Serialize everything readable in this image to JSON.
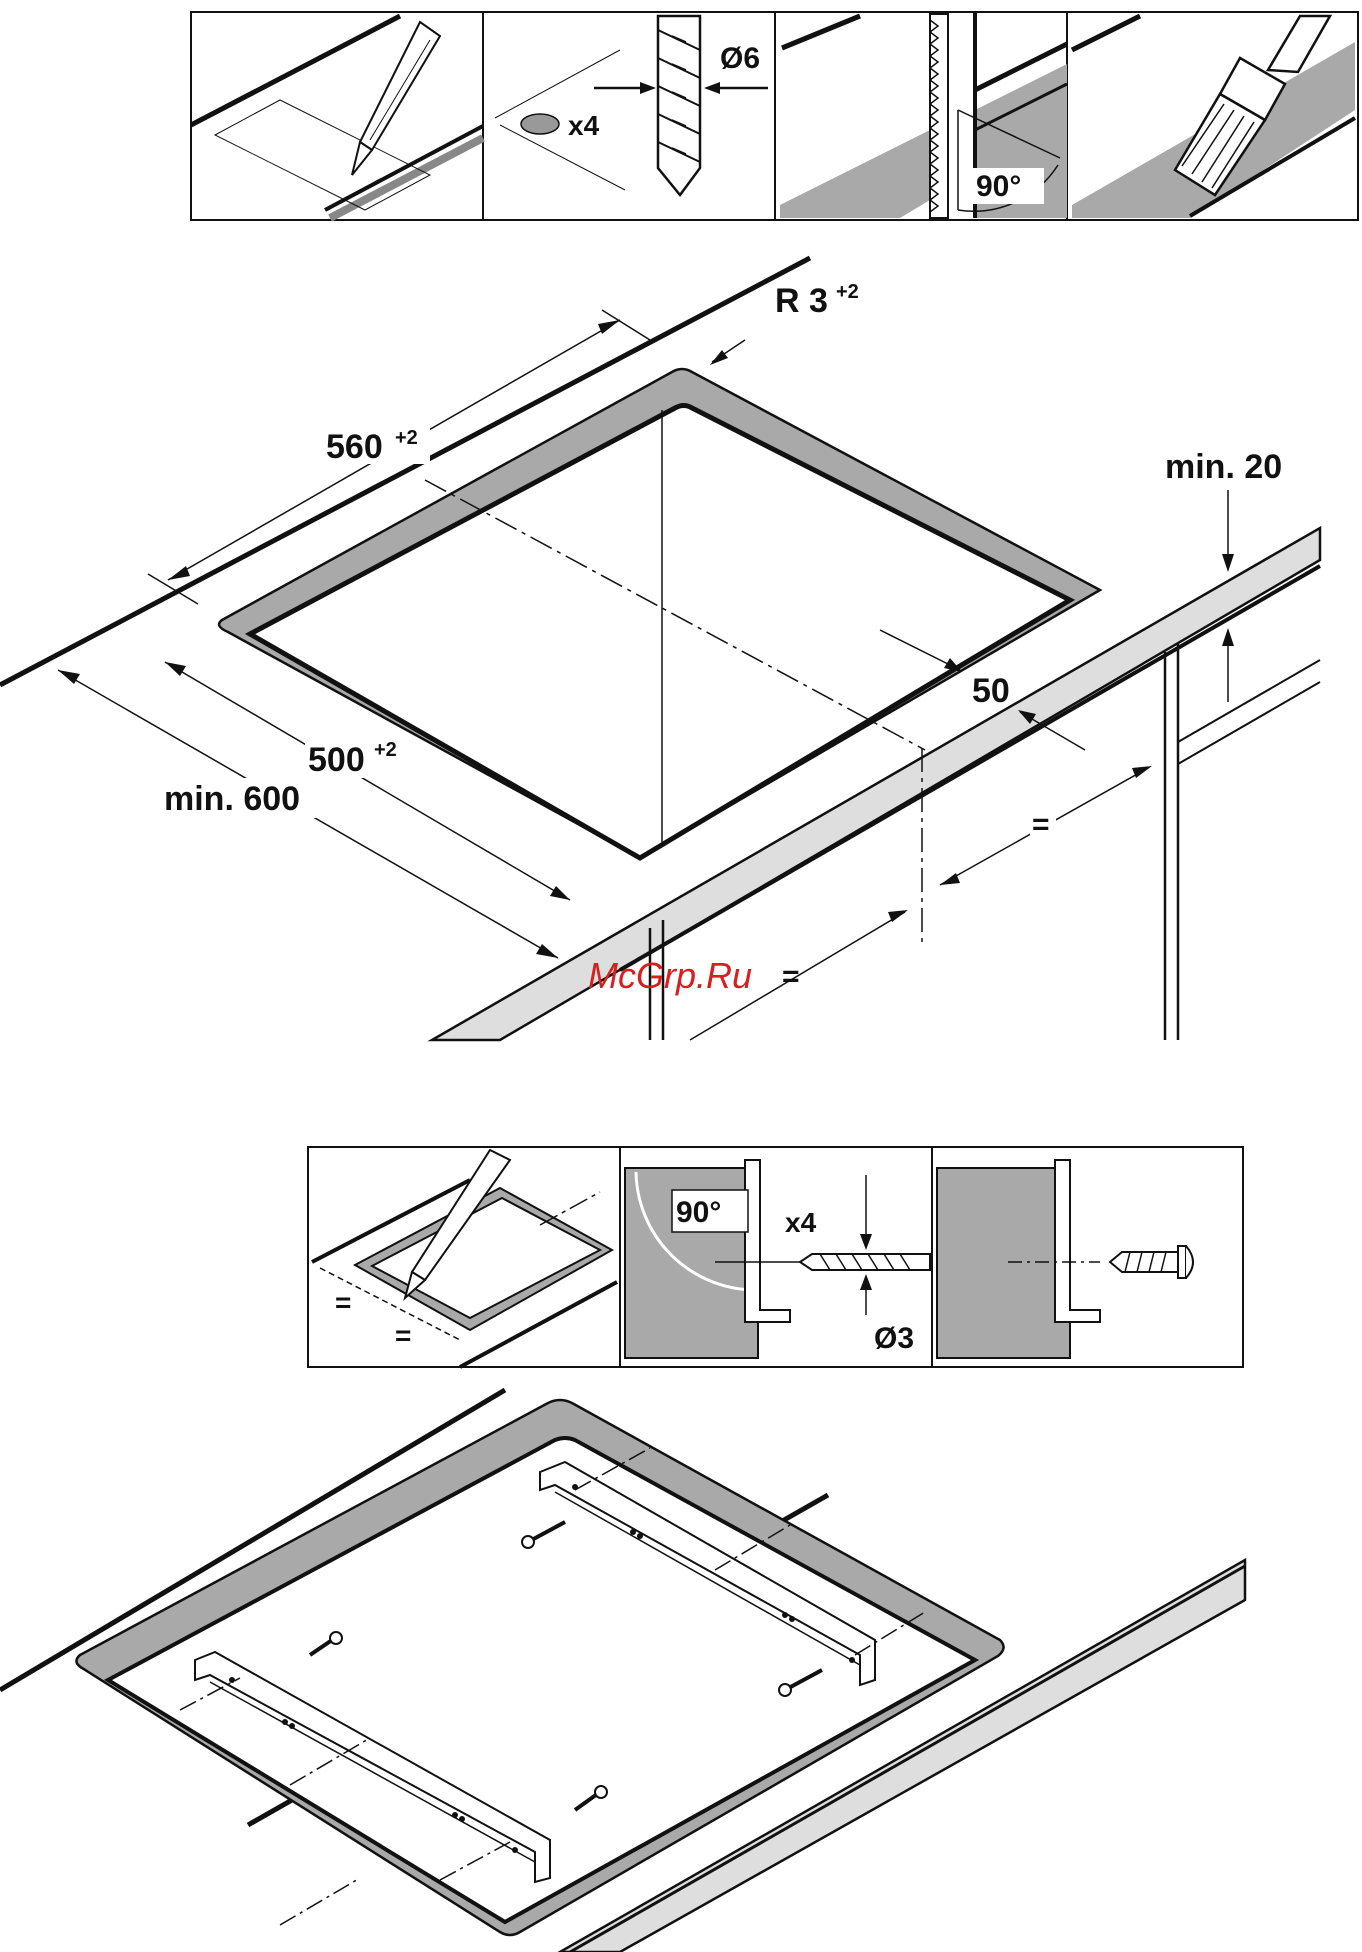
{
  "top_steps": {
    "step2": {
      "holes_count": "x4",
      "drill_diameter": "Ø6"
    },
    "step3": {
      "angle": "90°"
    }
  },
  "cutout": {
    "radius": "R 3",
    "radius_sup": "+2",
    "width": "560",
    "width_sup": "+2",
    "depth": "500",
    "depth_sup": "+2",
    "min_depth": "min. 600",
    "rear_distance": "50",
    "worktop_min": "min. 20",
    "equal_1": "=",
    "equal_2": "="
  },
  "watermark": "McGrp.Ru",
  "bottom_steps": {
    "step1": {
      "equal_1": "=",
      "equal_2": "="
    },
    "step2": {
      "angle": "90°",
      "holes_count": "x4",
      "drill_diameter": "Ø3"
    }
  },
  "colors": {
    "line": "#111111",
    "fill_gray": "#a9a9a9",
    "worktop": "#dedede",
    "watermark": "#d81e1e"
  }
}
